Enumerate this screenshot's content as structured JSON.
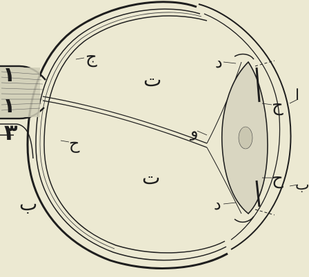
{
  "figure": {
    "background": "#ece9d2",
    "ink": "#1e1e1e",
    "lens_fill": "#d9d6c1",
    "labels": {
      "numeral_1_upper": "١",
      "numeral_1_lower": "١",
      "numeral_3": "٣",
      "ba_lower_left": "ب",
      "ta_upper_interior": "ت",
      "ta_lower_interior": "ت",
      "jim_upper_wall": "ج",
      "ha_lower_wall": "ح",
      "waw_center": "و",
      "dal_upper_ciliary": "د",
      "dal_lower_ciliary": "د",
      "ha_upper_lens": "ح",
      "ha_lower_lens": "ح",
      "alif_cornea": "ا",
      "ba_cornea_lower": "ب"
    }
  }
}
